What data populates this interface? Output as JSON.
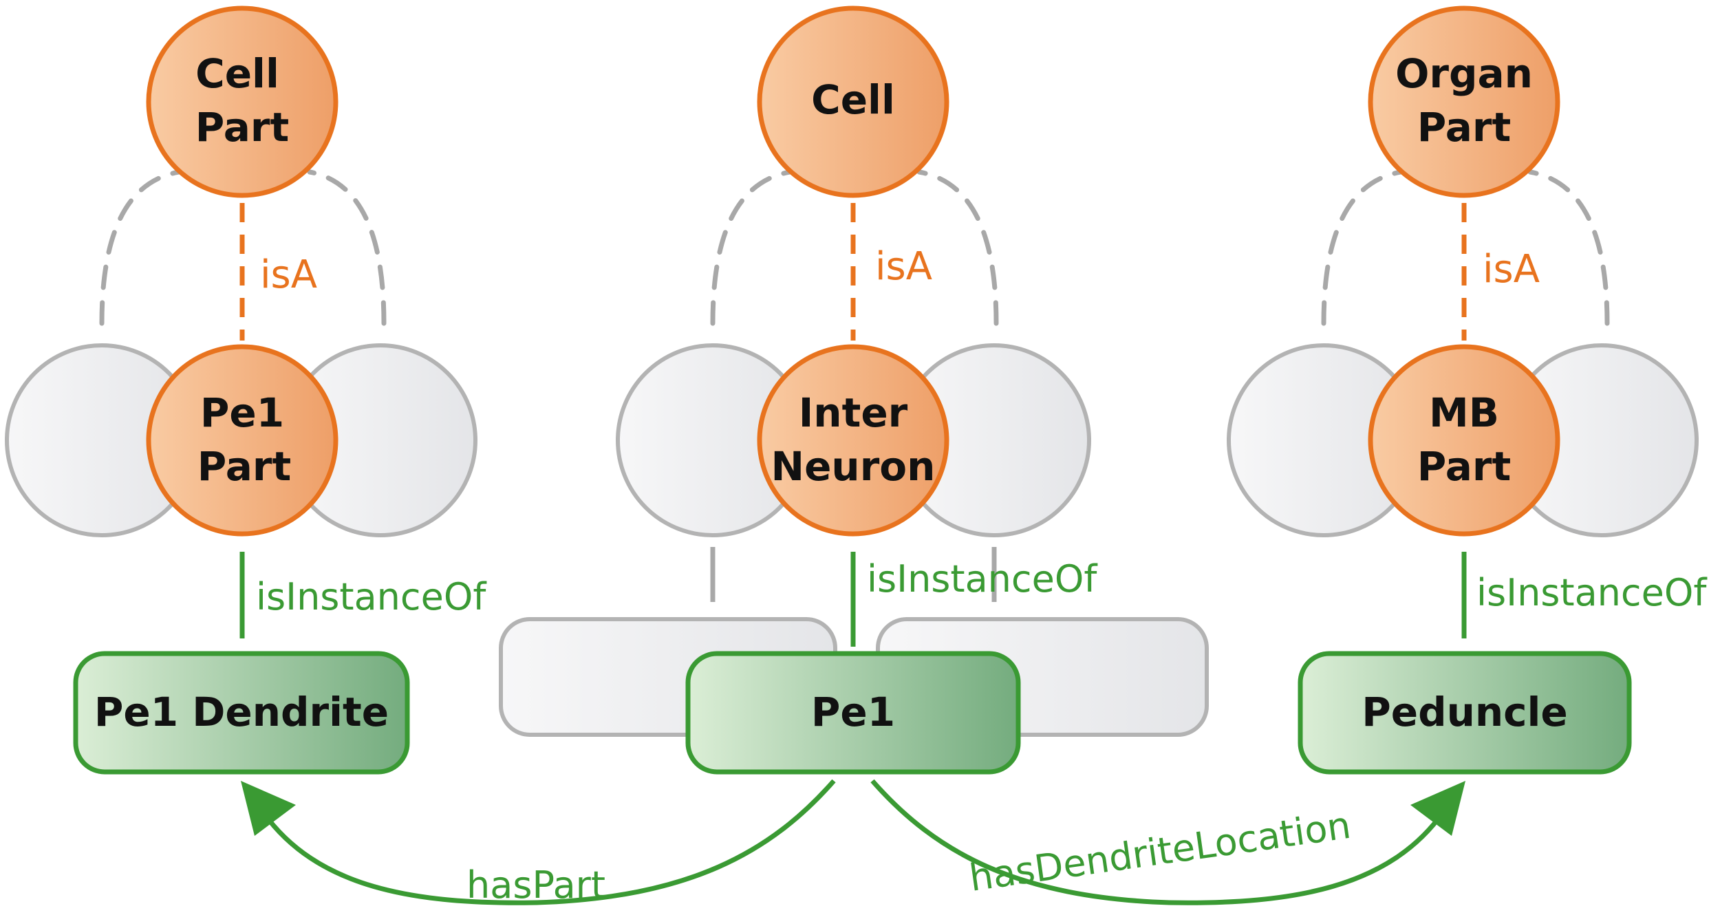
{
  "classes": {
    "cell_part": {
      "line1": "Cell",
      "line2": "Part"
    },
    "cell": {
      "line1": "Cell"
    },
    "organ_part": {
      "line1": "Organ",
      "line2": "Part"
    },
    "pe1_part": {
      "line1": "Pe1",
      "line2": "Part"
    },
    "inter_neuron": {
      "line1": "Inter",
      "line2": "Neuron"
    },
    "mb_part": {
      "line1": "MB",
      "line2": "Part"
    }
  },
  "instances": {
    "pe1_dendrite": "Pe1 Dendrite",
    "pe1": "Pe1",
    "peduncle": "Peduncle"
  },
  "relations": {
    "isa_left": "isA",
    "isa_middle": "isA",
    "isa_right": "isA",
    "instance_left": "isInstanceOf",
    "instance_middle": "isInstanceOf",
    "instance_right": "isInstanceOf",
    "has_part": "hasPart",
    "has_dendrite_location": "hasDendriteLocation"
  },
  "colors": {
    "class_stroke": "#e8731e",
    "class_fill_light": "#f9cba3",
    "class_fill_dark": "#ee9f68",
    "instance_stroke": "#3a9a33",
    "instance_fill_light": "#dbeed6",
    "instance_fill_dark": "#74ac7e",
    "ghost_stroke": "#b3b3b3",
    "ghost_fill": "#eeeeef"
  }
}
